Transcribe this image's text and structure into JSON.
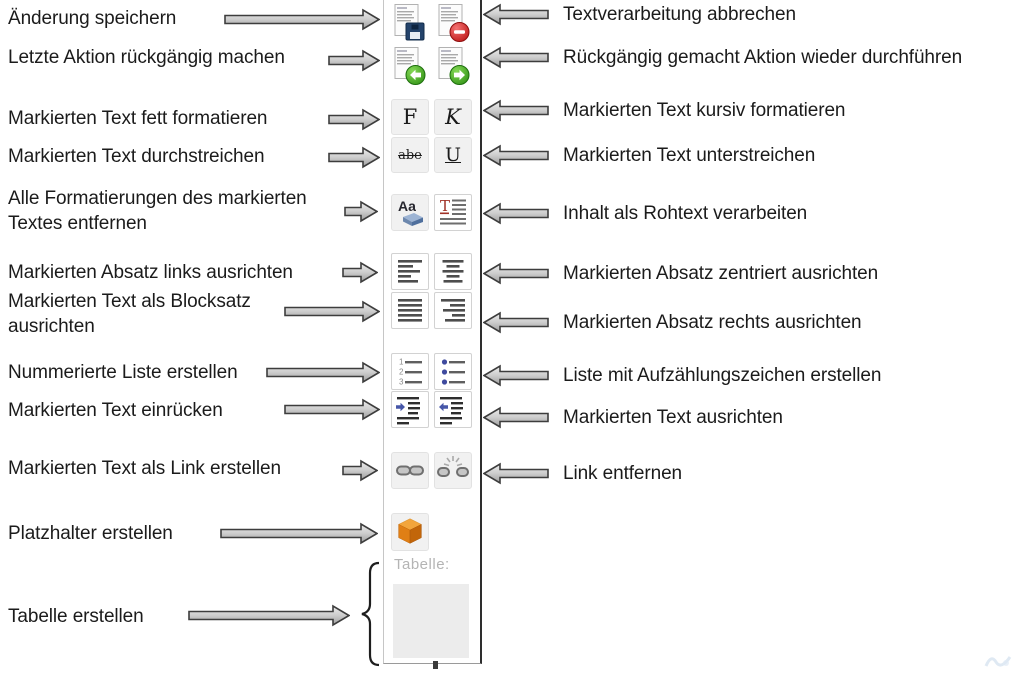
{
  "left_labels": [
    "Änderung speichern",
    "Letzte Aktion rückgängig machen",
    "Markierten Text fett formatieren",
    "Markierten Text durchstreichen",
    "Alle Formatierungen des markierten Textes entfernen",
    "Markierten Absatz links ausrichten",
    "Markierten Text als Blocksatz ausrichten",
    "Nummerierte Liste erstellen",
    "Markierten Text einrücken",
    "Markierten Text als Link erstellen",
    "Platzhalter erstellen",
    "Tabelle erstellen"
  ],
  "right_labels": [
    "Textverarbeitung abbrechen",
    "Rückgängig gemacht Aktion wieder durchführen",
    "Markierten Text kursiv formatieren",
    "Markierten Text unterstreichen",
    "Inhalt als Rohtext verarbeiten",
    "Markierten Absatz zentriert ausrichten",
    "Markierten Absatz rechts ausrichten",
    "Liste mit Aufzählungszeichen erstellen",
    "Markierten Text ausrichten",
    "Link entfernen"
  ],
  "toolbar": {
    "bold_label": "F",
    "italic_label": "K",
    "strikethrough_label": "abe",
    "underline_label": "U",
    "clear_format_label": "Aa",
    "raw_text_label": "T",
    "list_numbers": [
      "1",
      "2",
      "3"
    ],
    "table_label": "Tabelle:"
  },
  "icons": {
    "save": "document-save-floppy-icon",
    "cancel": "document-cancel-minus-icon",
    "undo": "document-undo-green-arrow-icon",
    "redo": "document-redo-green-arrow-icon",
    "clear_format": "letters-with-eraser-icon",
    "raw_text": "letter-t-with-lines-icon",
    "align_left": "align-left-icon",
    "align_center": "align-center-icon",
    "justify": "justify-icon",
    "align_right": "align-right-icon",
    "numbered_list": "numbered-list-icon",
    "bullet_list": "bullet-list-icon",
    "indent": "indent-blue-arrow-icon",
    "outdent": "outdent-blue-arrow-icon",
    "link": "chain-link-icon",
    "unlink": "broken-chain-star-icon",
    "placeholder": "orange-cube-icon"
  },
  "colors": {
    "badge_red": "#c41414",
    "badge_green": "#3a9c1e",
    "floppy_blue": "#24436b",
    "cube_orange": "#e07f15",
    "bullet_blue": "#3f4a9e",
    "indent_arrow_blue": "#4656a8",
    "arrow_fill_light": "#e9e9e9",
    "arrow_fill_dark": "#9e9e9e",
    "arrow_outline": "#3d3d3d",
    "watermark_blue": "#cfdfee"
  }
}
